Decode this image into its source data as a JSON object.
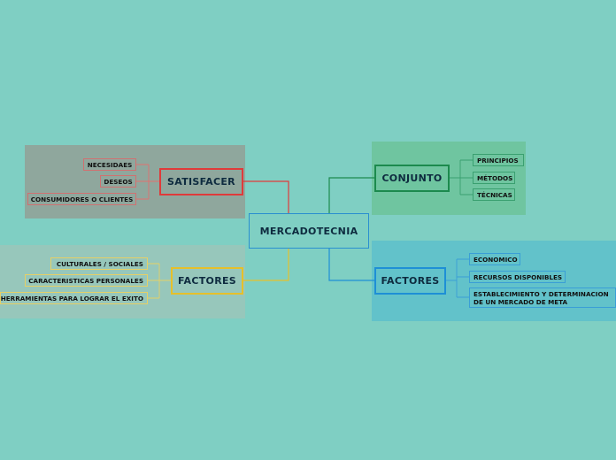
{
  "colors": {
    "background": "#7fcfc3",
    "satisfacer": "#e03a3a",
    "conjunto": "#1c8a4e",
    "factores_left": "#e6c02a",
    "factores_right": "#1e8fd6",
    "center": "#2a8fd0"
  },
  "center": {
    "label": "MERCADOTECNIA"
  },
  "branches": {
    "satisfacer": {
      "label": "SATISFACER",
      "items": [
        "NECESIDAES",
        "DESEOS",
        "CONSUMIDORES O CLIENTES"
      ]
    },
    "factores_left": {
      "label": "FACTORES",
      "items": [
        "CULTURALES / SOCIALES",
        "CARACTERISTICAS PERSONALES",
        "HERRAMIENTAS PARA LOGRAR EL EXITO"
      ]
    },
    "conjunto": {
      "label": "CONJUNTO",
      "items": [
        "PRINCIPIOS",
        "MÉTODOS",
        "TÉCNICAS"
      ]
    },
    "factores_right": {
      "label": "FACTORES",
      "items": [
        "ECONOMICO",
        "RECURSOS DISPONIBLES",
        "ESTABLECIMIENTO Y DETERMINACION DE UN MERCADO DE META"
      ]
    }
  }
}
